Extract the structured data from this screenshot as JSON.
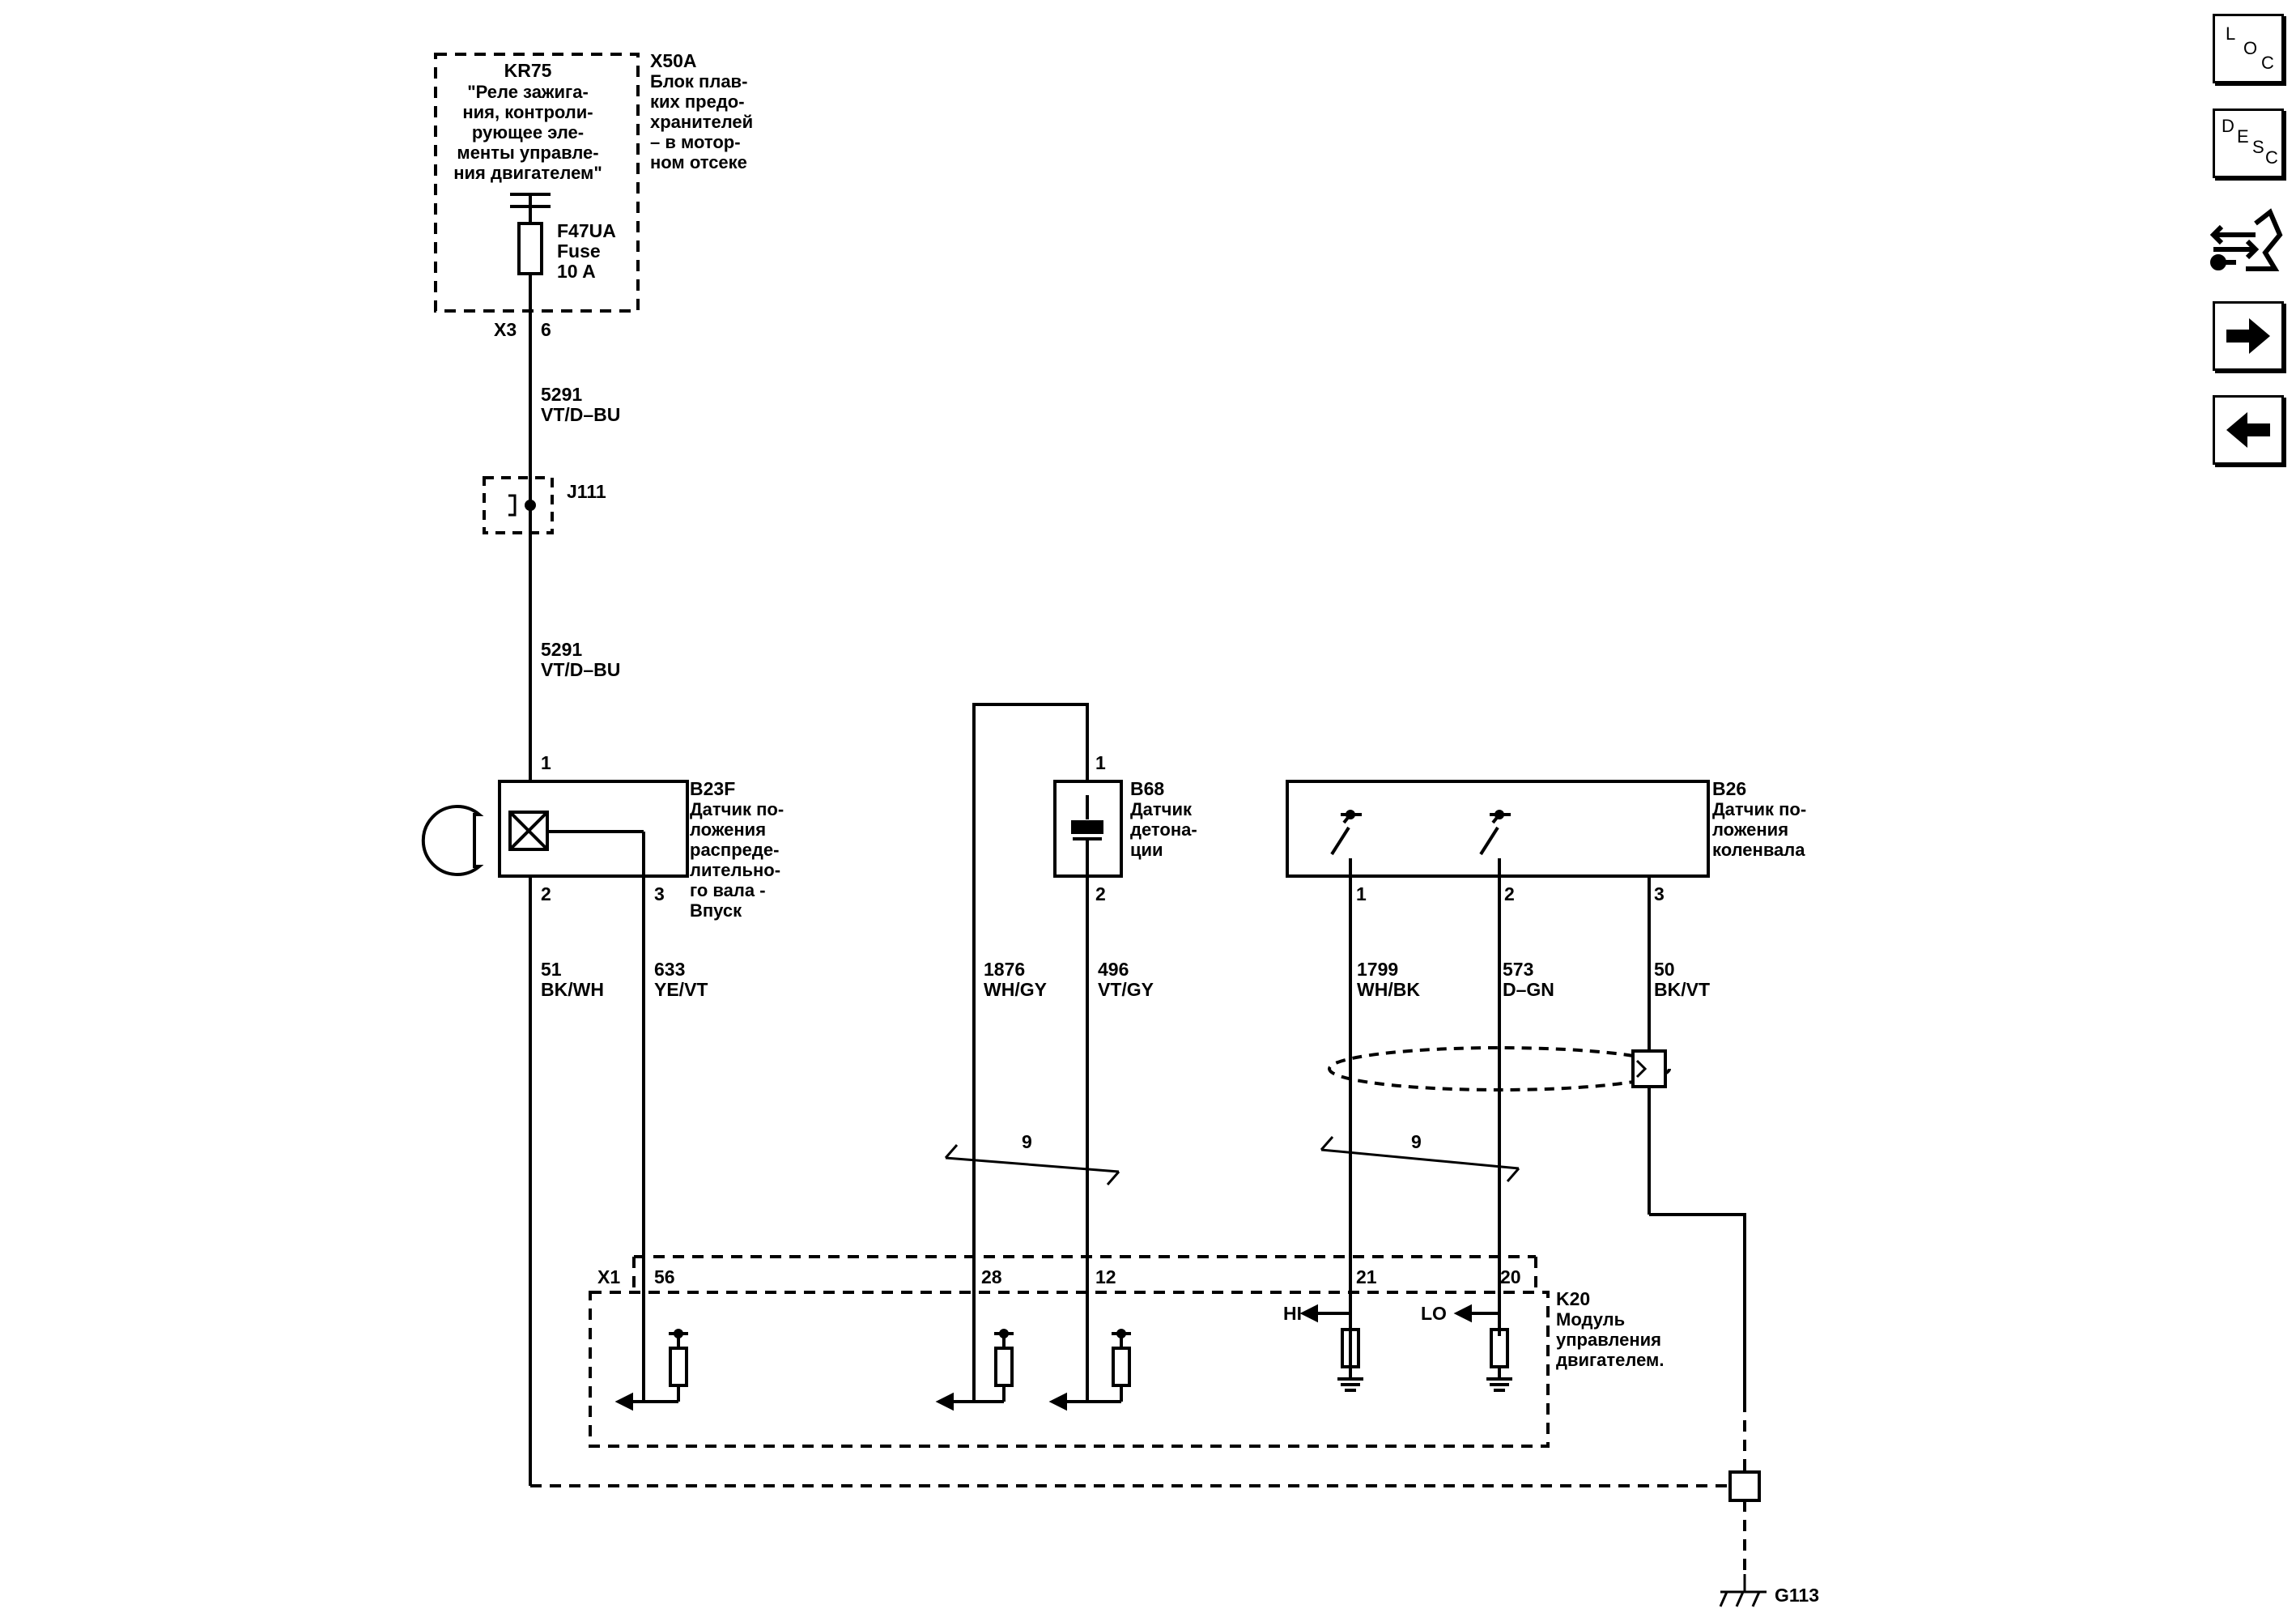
{
  "fuse_block": {
    "relay_ref": "KR75",
    "relay_desc": [
      "\"Реле зажига-",
      "ния, контроли-",
      "рующее эле-",
      "менты управле-",
      "ния двигателем\""
    ],
    "block_ref": "X50A",
    "block_desc": [
      "Блок плав-",
      "ких предо-",
      "хранителей",
      "– в мотор-",
      "ном отсеке"
    ],
    "fuse_ref": "F47UA",
    "fuse_word": "Fuse",
    "fuse_rating": "10 A",
    "connector": "X3",
    "pin": "6"
  },
  "wires": {
    "w5291_top": {
      "circuit": "5291",
      "color": "VT/D–BU"
    },
    "w5291_bottom": {
      "circuit": "5291",
      "color": "VT/D–BU"
    },
    "w51": {
      "circuit": "51",
      "color": "BK/WH"
    },
    "w633": {
      "circuit": "633",
      "color": "YE/VT"
    },
    "w1876": {
      "circuit": "1876",
      "color": "WH/GY"
    },
    "w496": {
      "circuit": "496",
      "color": "VT/GY"
    },
    "w1799": {
      "circuit": "1799",
      "color": "WH/BK"
    },
    "w573": {
      "circuit": "573",
      "color": "D–GN"
    },
    "w50": {
      "circuit": "50",
      "color": "BK/VT"
    }
  },
  "splice": {
    "ref": "J111"
  },
  "b23f": {
    "ref": "B23F",
    "desc": [
      "Датчик по-",
      "ложения",
      "распреде-",
      "лительно-",
      "го вала -",
      "Впуск"
    ],
    "pin_top": "1",
    "pin_left": "2",
    "pin_right": "3"
  },
  "b68": {
    "ref": "B68",
    "desc": [
      "Датчик",
      "детона-",
      "ции"
    ],
    "pin_top": "1",
    "pin_bottom": "2"
  },
  "b26": {
    "ref": "B26",
    "desc": [
      "Датчик по-",
      "ложения",
      "коленвала"
    ],
    "pin_1": "1",
    "pin_2": "2",
    "pin_3": "3"
  },
  "twist_labels": {
    "left": "9",
    "right": "9"
  },
  "k20": {
    "ref": "K20",
    "desc": [
      "Модуль",
      "управления",
      "двигателем."
    ],
    "connector": "X1",
    "pins": [
      "56",
      "28",
      "12",
      "21",
      "20"
    ],
    "hi_label": "HI",
    "lo_label": "LO"
  },
  "ground": {
    "ref": "G113"
  },
  "nav": {
    "loc": {
      "letters": [
        "L",
        "O",
        "C"
      ]
    },
    "desc": {
      "letters": [
        "D",
        "E",
        "S",
        "C"
      ]
    },
    "icon_names": [
      "location-icon",
      "description-icon",
      "connector-service-icon",
      "arrow-right-icon",
      "arrow-left-icon"
    ]
  }
}
